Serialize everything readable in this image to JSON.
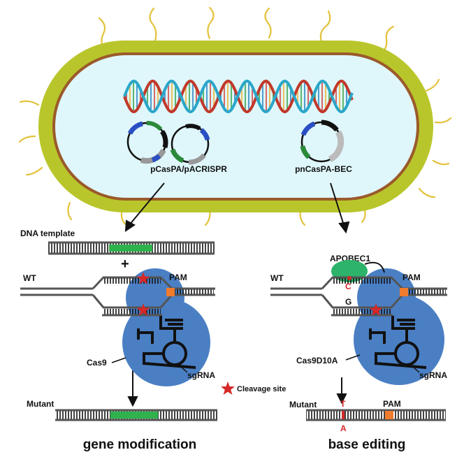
{
  "plasmids": {
    "left_label": "pCasPA/pACRISPR",
    "right_label": "pnCasPA-BEC"
  },
  "gene_modification": {
    "template_label": "DNA template",
    "plus": "+",
    "wt_label": "WT",
    "pam_label": "PAM",
    "cas_label": "Cas9",
    "sgrna_label": "sgRNA",
    "mutant_label": "Mutant",
    "title": "gene modification"
  },
  "legend": {
    "cleavage_label": "Cleavage site"
  },
  "base_editing": {
    "apobec_label": "APOBEC1",
    "wt_label": "WT",
    "pam_label": "PAM",
    "c_label": "C",
    "g_label": "G",
    "cas_label": "Cas9D10A",
    "sgrna_label": "sgRNA",
    "mutant_label": "Mutant",
    "t_label": "T",
    "a_label": "A",
    "mutant_pam_label": "PAM",
    "title": "base editing"
  },
  "colors": {
    "cell_wall": "#b9c62b",
    "membrane": "#9b5a2a",
    "cytoplasm": "#dff7fb",
    "pili": "#e3c23a",
    "cas_blue": "#4a7fc4",
    "apobec_green": "#2db36a",
    "homology_green": "#2fb24c",
    "pam_orange": "#f07c2e",
    "star_red": "#d62828",
    "dna_gray": "#555555"
  }
}
